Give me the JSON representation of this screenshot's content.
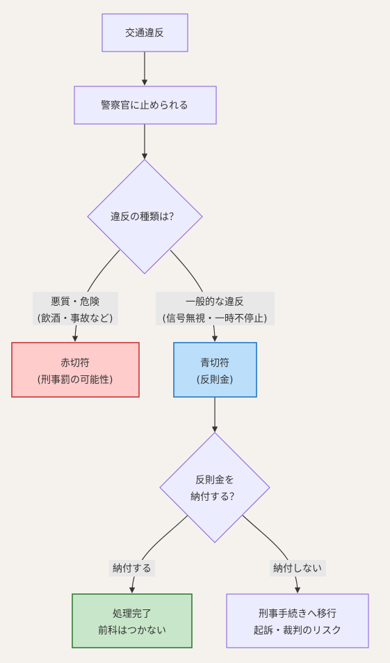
{
  "nodes": {
    "violation": "交通違反",
    "stopped": "警察官に止められる",
    "type_q": "違反の種類は？",
    "red_ticket": [
      "赤切符",
      "(刑事罰の可能性)"
    ],
    "blue_ticket": [
      "青切符",
      "(反則金)"
    ],
    "pay_q": [
      "反則金を",
      "納付する？"
    ],
    "complete": [
      "処理完了",
      "前科はつかない"
    ],
    "criminal": [
      "刑事手続きへ移行",
      "起訴・裁判のリスク"
    ]
  },
  "edge_labels": {
    "serious": [
      "悪質・危険",
      "(飲酒・事故など)"
    ],
    "general": [
      "一般的な違反",
      "(信号無視・一時不停止)"
    ],
    "pay_yes": "納付する",
    "pay_no": "納付しない"
  },
  "colors": {
    "default_fill": "#ececff",
    "default_stroke": "#9370db",
    "red_fill": "#ffcccc",
    "red_stroke": "#cc3333",
    "blue_fill": "#bbdefb",
    "blue_stroke": "#1f77c8",
    "green_fill": "#c8e6c9",
    "green_stroke": "#2e7d32",
    "edge": "#333333"
  }
}
